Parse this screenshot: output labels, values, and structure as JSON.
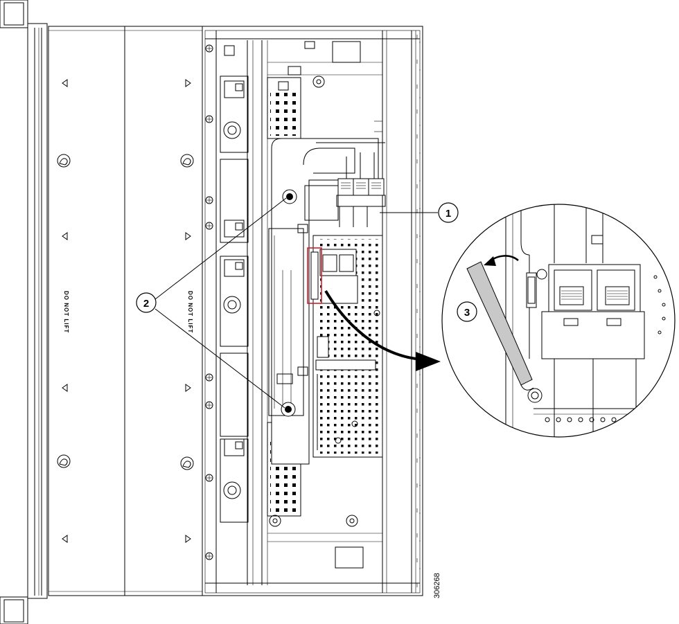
{
  "callouts": [
    {
      "label": "1"
    },
    {
      "label": "2"
    },
    {
      "label": "3"
    }
  ],
  "panel_text": {
    "left_panel": "DO NOT LIFT",
    "middle_panel": "DO NOT LIFT"
  },
  "figure_number": "306268",
  "highlight_color": "#d11f2a",
  "icons": [
    "arrow-left-triangle-icon",
    "no-lift-hand-icon",
    "captive-screw-icon",
    "curved-arrow-icon"
  ]
}
